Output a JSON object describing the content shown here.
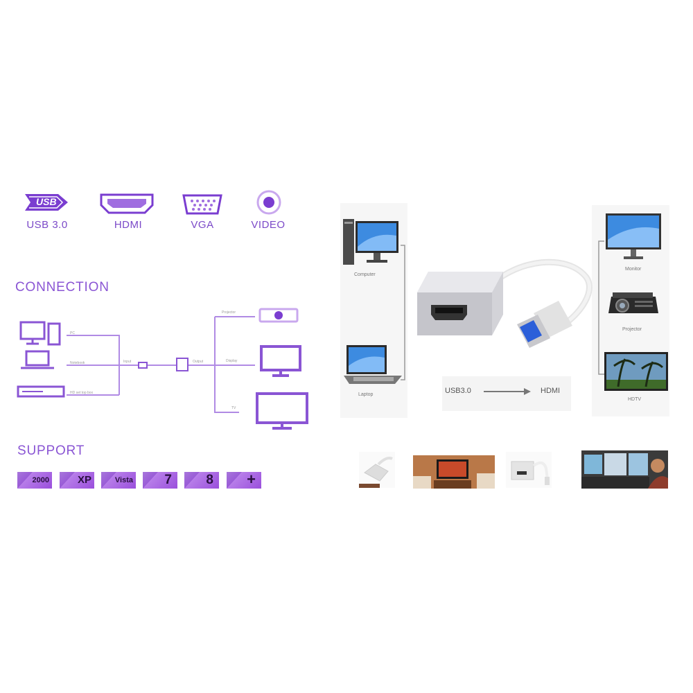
{
  "ports": {
    "usb_logo": "USB",
    "usb": "USB 3.0",
    "hdmi": "HDMI",
    "vga": "VGA",
    "video": "VIDEO"
  },
  "connection": {
    "title": "CONNECTION",
    "inputs": [
      "PC",
      "Notebook",
      "HD set top box"
    ],
    "input_label": "Input",
    "output_label": "Output",
    "outputs": [
      "Projector",
      "Display",
      "TV"
    ]
  },
  "support": {
    "title": "SUPPORT",
    "os": [
      "2000",
      "XP",
      "Vista",
      "7",
      "8",
      "+"
    ]
  },
  "product": {
    "left_devices": [
      "Computer",
      "Laptop"
    ],
    "right_devices": [
      "Monitor",
      "Projector",
      "HDTV"
    ],
    "from": "USB3.0",
    "to": "HDMI"
  },
  "colors": {
    "accent": "#8a55d4",
    "accent_dark": "#6a2fc0"
  }
}
